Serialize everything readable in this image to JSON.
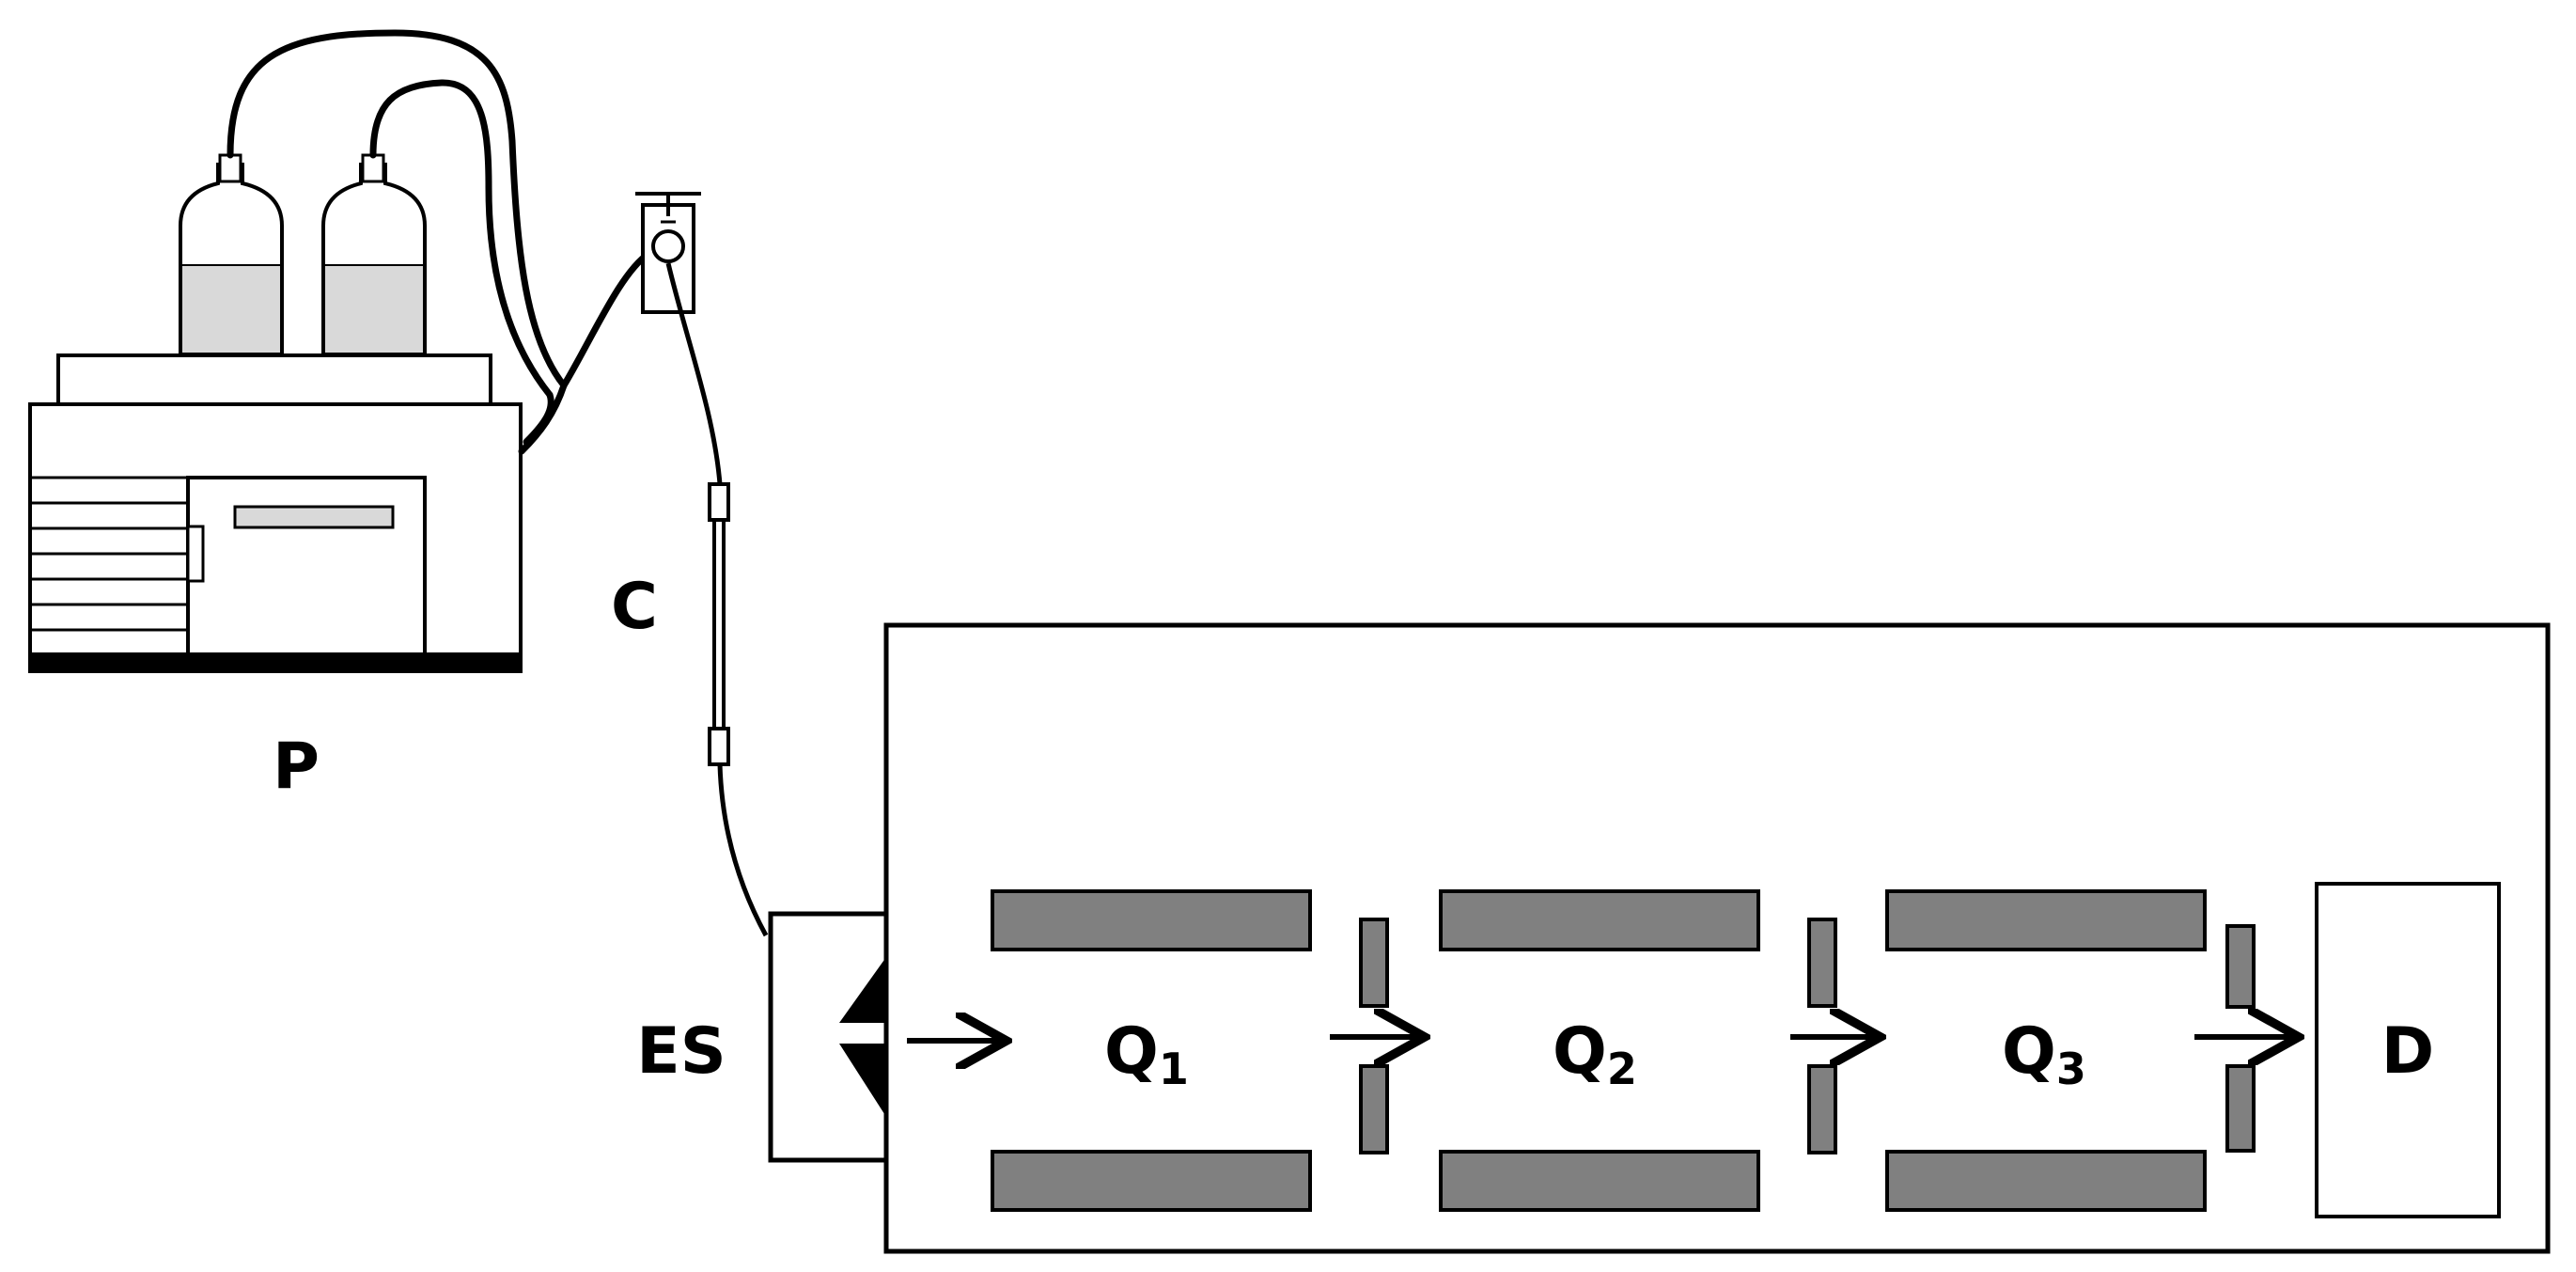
{
  "labels": {
    "pump": "P",
    "column": "C",
    "source": "ES",
    "detector": "D",
    "quadrupoles": [
      {
        "letter": "Q",
        "subscript": "1"
      },
      {
        "letter": "Q",
        "subscript": "2"
      },
      {
        "letter": "Q",
        "subscript": "3"
      }
    ]
  },
  "colors": {
    "rods": "#808080",
    "liquid": "#d9d9d9",
    "stroke": "#000000"
  }
}
